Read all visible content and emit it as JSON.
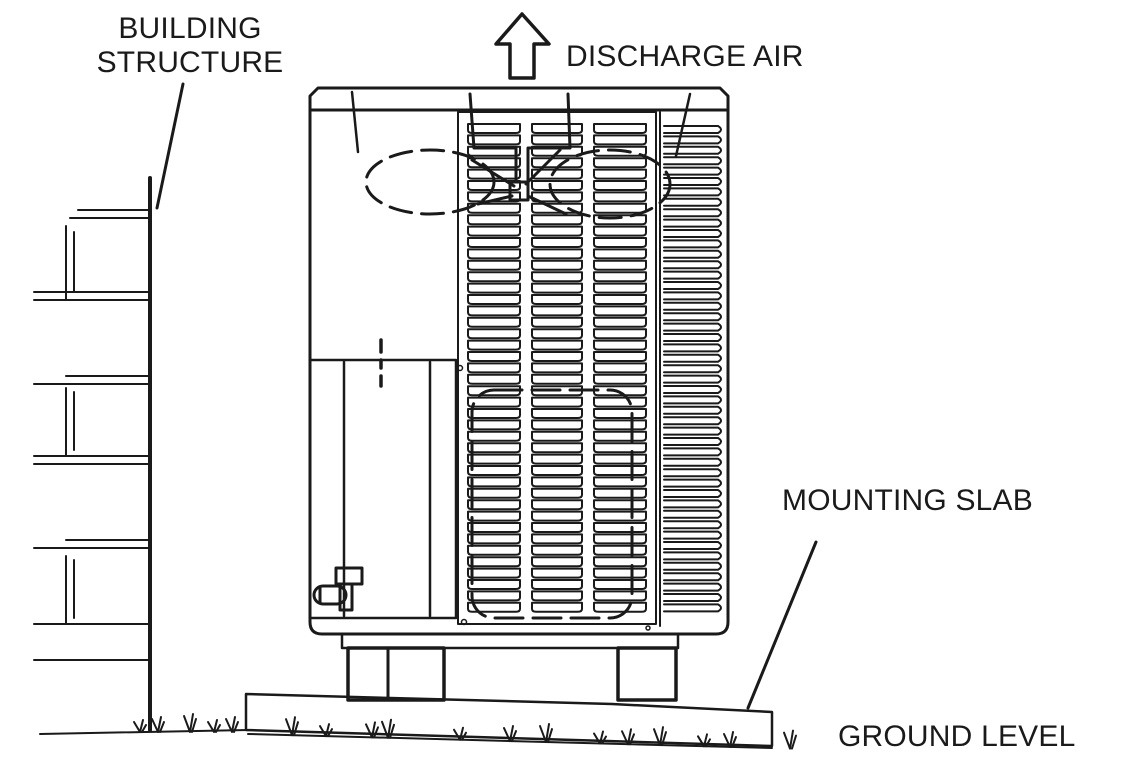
{
  "labels": {
    "building_structure_line1": "BUILDING",
    "building_structure_line2": "STRUCTURE",
    "discharge_air": "DISCHARGE AIR",
    "mounting_slab": "MOUNTING SLAB",
    "ground_level": "GROUND LEVEL"
  },
  "colors": {
    "ink": "#1a1a1a",
    "background": "#ffffff"
  }
}
